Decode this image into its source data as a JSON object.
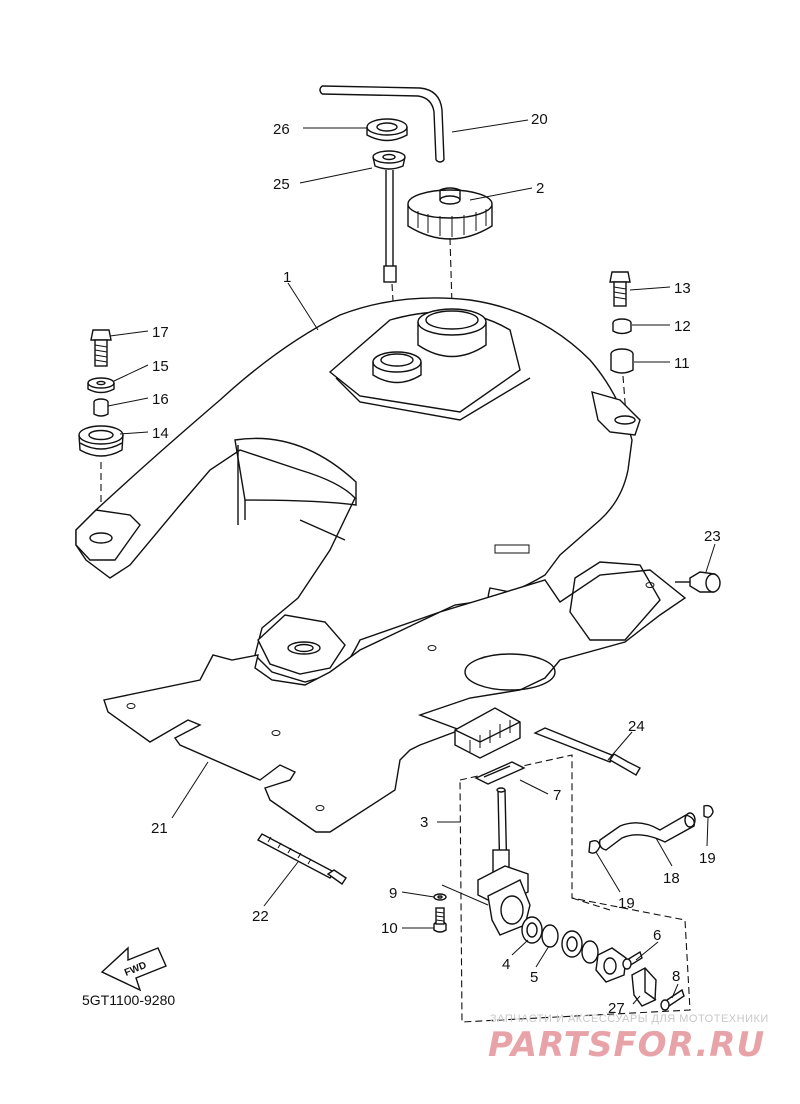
{
  "diagram": {
    "catalog_code": "5GT1100-9280",
    "fwd_label": "FWD",
    "callouts": {
      "c1": "1",
      "c2": "2",
      "c3": "3",
      "c4": "4",
      "c5": "5",
      "c6": "6",
      "c7": "7",
      "c8": "8",
      "c9": "9",
      "c10": "10",
      "c11": "11",
      "c12": "12",
      "c13": "13",
      "c14": "14",
      "c15": "15",
      "c16": "16",
      "c17": "17",
      "c18": "18",
      "c19a": "19",
      "c19b": "19",
      "c20": "20",
      "c21": "21",
      "c22": "22",
      "c23": "23",
      "c24": "24",
      "c25": "25",
      "c26": "26",
      "c27": "27"
    }
  },
  "watermark": {
    "tagline": "ЗАПЧАСТИ И АКСЕССУАРЫ ДЛЯ МОТОТЕХНИКИ",
    "brand": "PARTSFOR.RU",
    "brand_color": "#e8a3a8"
  }
}
